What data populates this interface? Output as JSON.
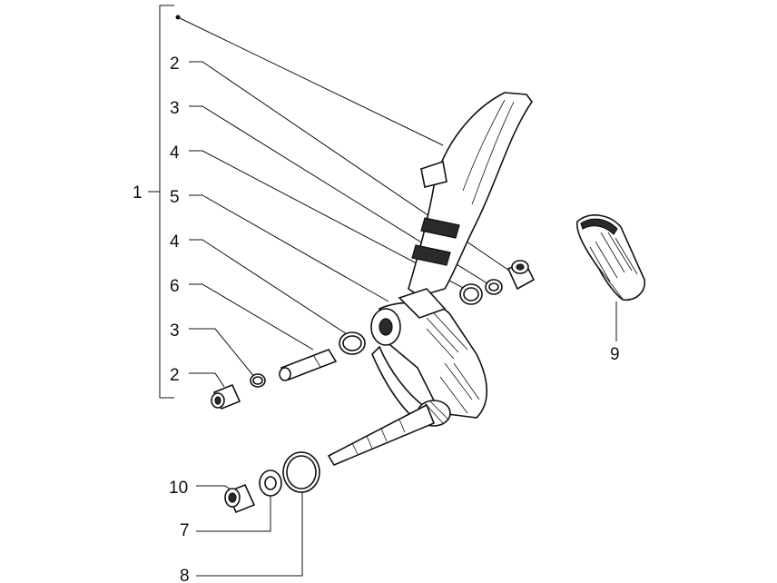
{
  "diagram": {
    "callouts": {
      "c1": "1",
      "c2a": "2",
      "c3a": "3",
      "c4a": "4",
      "c5": "5",
      "c4b": "4",
      "c6": "6",
      "c3b": "3",
      "c2b": "2",
      "c9": "9",
      "c10": "10",
      "c7": "7",
      "c8": "8"
    },
    "colors": {
      "ink": "#111111",
      "background": "#ffffff"
    }
  }
}
